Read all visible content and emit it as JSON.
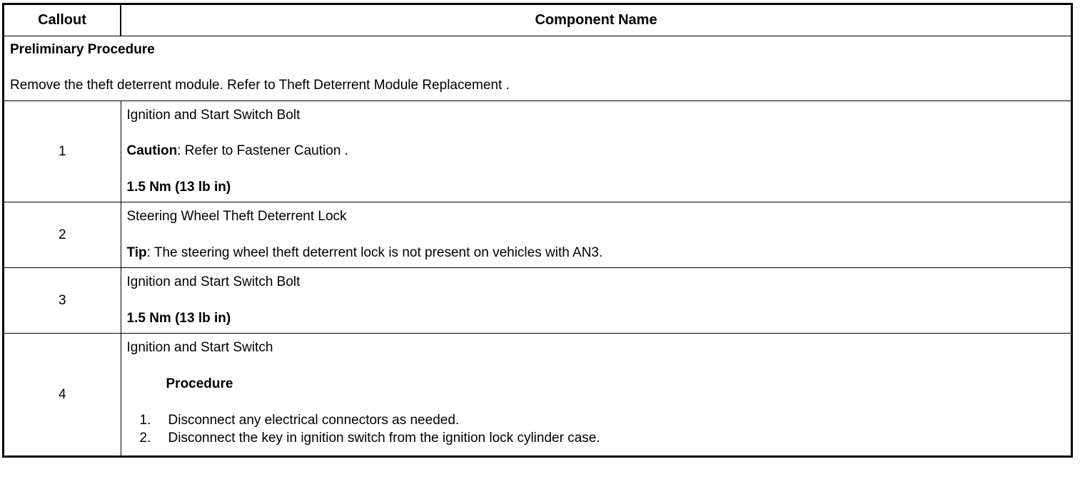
{
  "table": {
    "headers": {
      "callout": "Callout",
      "component_name": "Component Name"
    },
    "preliminary": {
      "title": "Preliminary Procedure",
      "text": "Remove the theft deterrent module. Refer to Theft Deterrent Module Replacement ."
    },
    "rows": [
      {
        "callout": "1",
        "name": "Ignition and Start Switch Bolt",
        "caution_label": "Caution",
        "caution_text": ": Refer to Fastener Caution .",
        "torque": "1.5 Nm (13 lb in)"
      },
      {
        "callout": "2",
        "name": "Steering Wheel Theft Deterrent Lock",
        "tip_label": "Tip",
        "tip_text": ": The steering wheel theft deterrent lock is not present on vehicles with AN3."
      },
      {
        "callout": "3",
        "name": "Ignition and Start Switch Bolt",
        "torque": "1.5 Nm (13 lb in)"
      },
      {
        "callout": "4",
        "name": "Ignition and Start Switch",
        "procedure_heading": "Procedure",
        "steps": [
          {
            "num": "1.",
            "text": "Disconnect any electrical connectors as needed."
          },
          {
            "num": "2.",
            "text": "Disconnect the key in ignition switch from the ignition lock cylinder case."
          }
        ]
      }
    ]
  },
  "colors": {
    "border": "#000000",
    "text": "#000000",
    "background": "#ffffff"
  }
}
